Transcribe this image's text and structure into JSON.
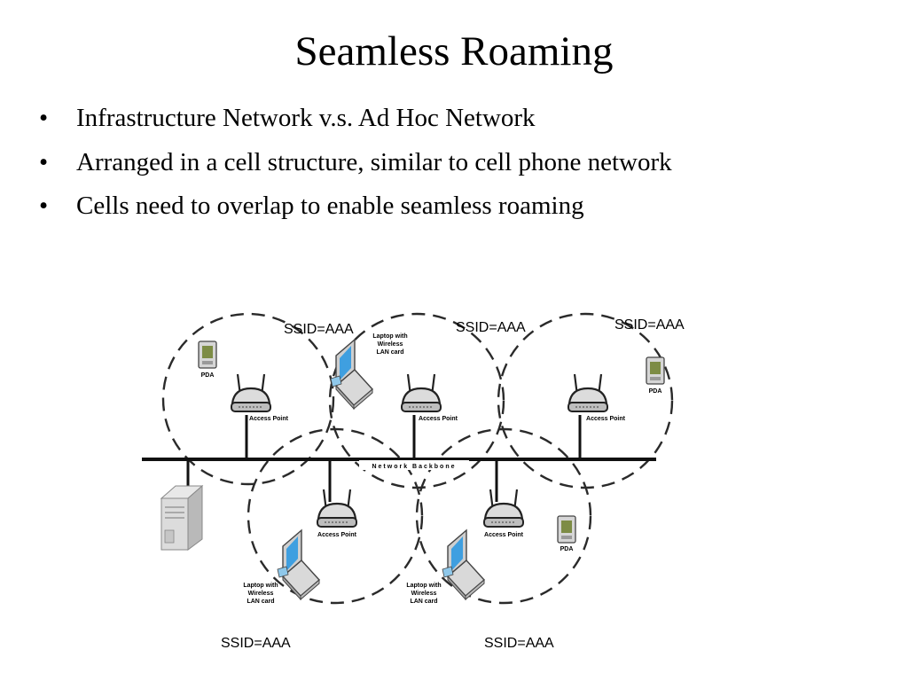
{
  "title": "Seamless Roaming",
  "bullet_symbol": "•",
  "bullets": [
    "Infrastructure Network v.s. Ad Hoc Network",
    "Arranged in a cell structure, similar to cell phone network",
    "Cells need to overlap to enable seamless roaming"
  ],
  "diagram": {
    "backbone_label": "Network Backbone",
    "ssid_labels": [
      "SSID=AAA",
      "SSID=AAA",
      "SSID=AAA",
      "SSID=AAA",
      "SSID=AAA"
    ],
    "access_point_label": "Access Point",
    "pda_label": "PDA",
    "laptop_label_lines": [
      "Laptop with",
      "Wireless",
      "LAN card"
    ]
  },
  "colors": {
    "device_gray": "#d8d8d8",
    "screen_blue": "#3f9fe0",
    "pda_screen": "#7d8c45"
  }
}
